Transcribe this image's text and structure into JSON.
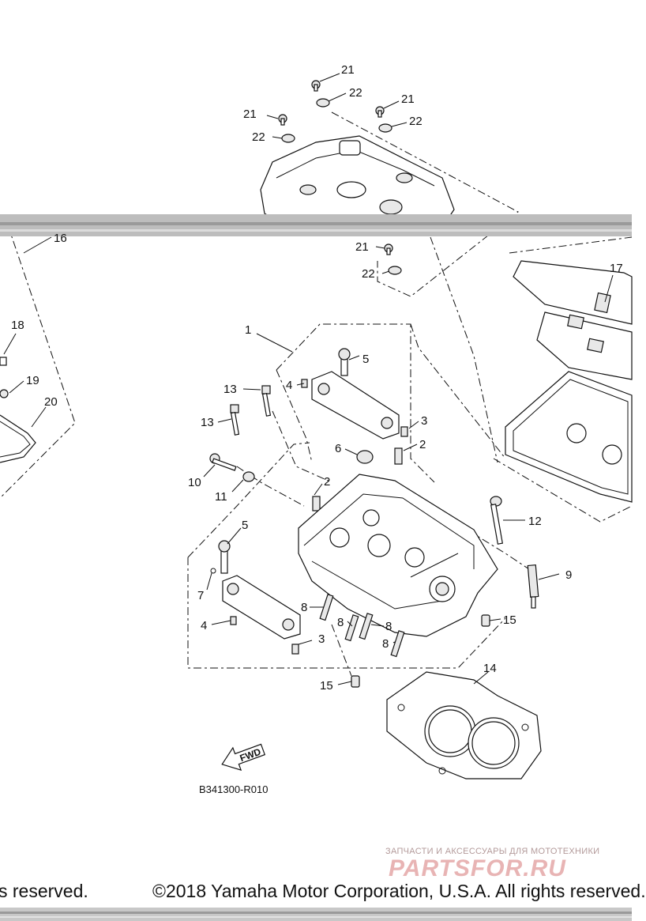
{
  "diagram": {
    "labels": [
      {
        "id": "l21a",
        "text": "21"
      },
      {
        "id": "l22a",
        "text": "22"
      },
      {
        "id": "l21b",
        "text": "21"
      },
      {
        "id": "l22b",
        "text": "22"
      },
      {
        "id": "l21c",
        "text": "21"
      },
      {
        "id": "l22c",
        "text": "22"
      },
      {
        "id": "l21d",
        "text": "21"
      },
      {
        "id": "l22d",
        "text": "22"
      },
      {
        "id": "l16",
        "text": "16"
      },
      {
        "id": "l17",
        "text": "17"
      },
      {
        "id": "l18",
        "text": "18"
      },
      {
        "id": "l19",
        "text": "19"
      },
      {
        "id": "l20",
        "text": "20"
      },
      {
        "id": "l1",
        "text": "1"
      },
      {
        "id": "l5a",
        "text": "5"
      },
      {
        "id": "l4a",
        "text": "4"
      },
      {
        "id": "l13a",
        "text": "13"
      },
      {
        "id": "l13b",
        "text": "13"
      },
      {
        "id": "l3a",
        "text": "3"
      },
      {
        "id": "l2a",
        "text": "2"
      },
      {
        "id": "l6",
        "text": "6"
      },
      {
        "id": "l10",
        "text": "10"
      },
      {
        "id": "l11",
        "text": "11"
      },
      {
        "id": "l2b",
        "text": "2"
      },
      {
        "id": "l12",
        "text": "12"
      },
      {
        "id": "l5b",
        "text": "5"
      },
      {
        "id": "l7",
        "text": "7"
      },
      {
        "id": "l9",
        "text": "9"
      },
      {
        "id": "l8a",
        "text": "8"
      },
      {
        "id": "l8b",
        "text": "8"
      },
      {
        "id": "l8c",
        "text": "8"
      },
      {
        "id": "l8d",
        "text": "8"
      },
      {
        "id": "l4b",
        "text": "4"
      },
      {
        "id": "l3b",
        "text": "3"
      },
      {
        "id": "l15a",
        "text": "15"
      },
      {
        "id": "l15b",
        "text": "15"
      },
      {
        "id": "l14",
        "text": "14"
      }
    ],
    "fwd_text": "FWD",
    "code": "B341300-R010"
  },
  "footer": {
    "left": "s reserved.",
    "copyright": "©2018 Yamaha Motor Corporation, U.S.A. All rights reserved."
  },
  "watermark": {
    "subtitle": "ЗАПЧАСТИ И АКСЕССУАРЫ ДЛЯ МОТОТЕХНИКИ",
    "brand": "PARTSFOR.RU"
  }
}
